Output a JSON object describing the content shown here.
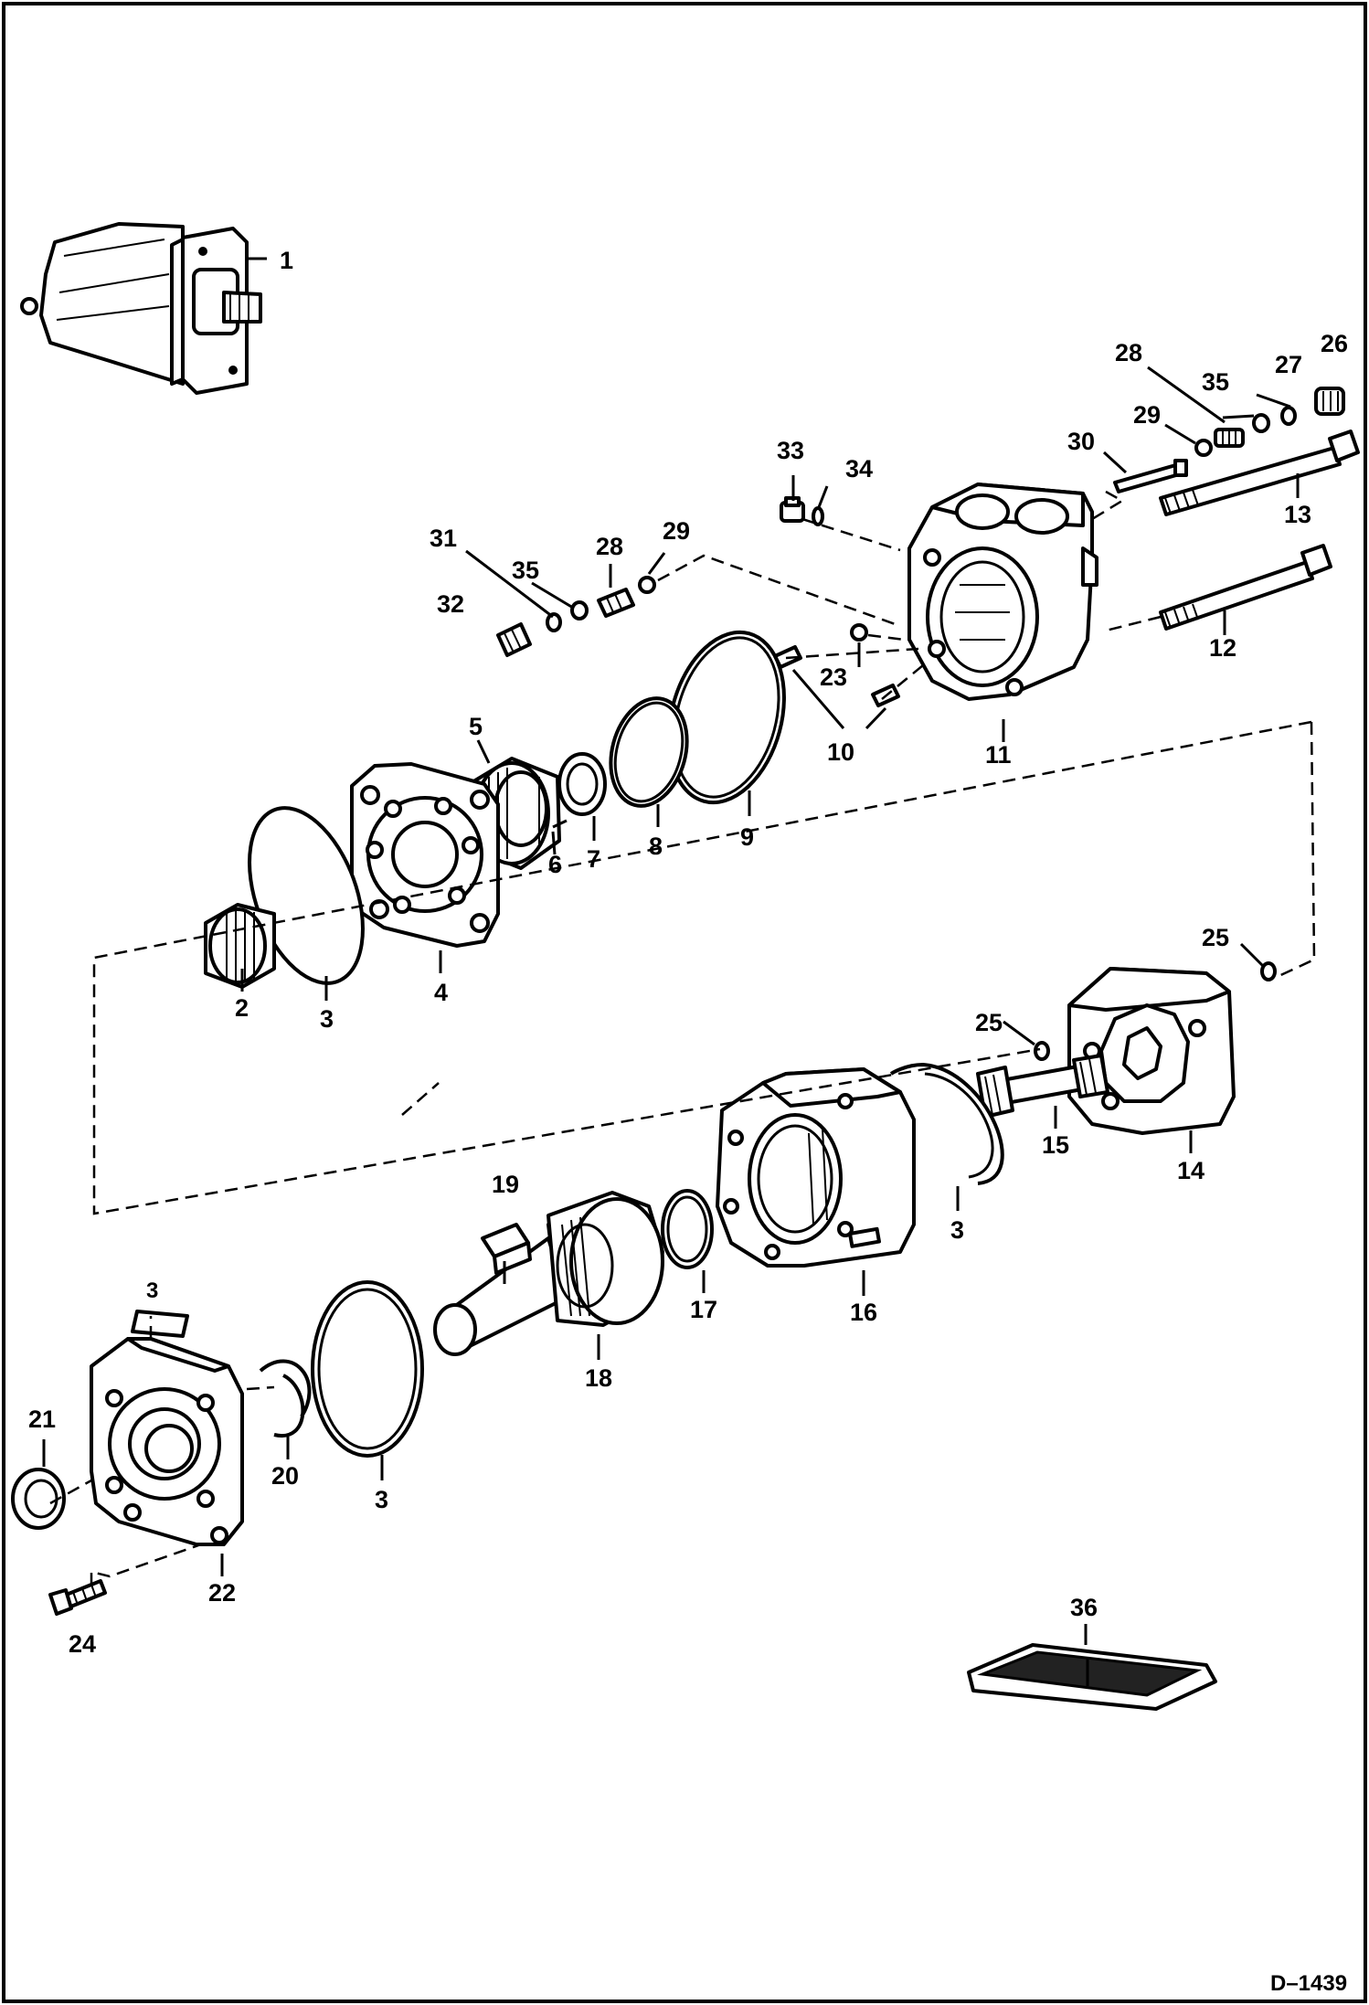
{
  "drawing_code": "D–1439",
  "callouts": {
    "c1": "1",
    "c2": "2",
    "c3a": "3",
    "c3b": "3",
    "c3c": "3",
    "c4": "4",
    "c5": "5",
    "c6": "6",
    "c7": "7",
    "c8": "8",
    "c9": "9",
    "c10": "10",
    "c11": "11",
    "c12": "12",
    "c13": "13",
    "c14": "14",
    "c15": "15",
    "c16": "16",
    "c17": "17",
    "c18": "18",
    "c19": "19",
    "c20": "20",
    "c21": "21",
    "c22": "22",
    "c23": "23",
    "c24": "24",
    "c25a": "25",
    "c25b": "25",
    "c26": "26",
    "c27": "27",
    "c28a": "28",
    "c28b": "28",
    "c29a": "29",
    "c29b": "29",
    "c30": "30",
    "c31": "31",
    "c32": "32",
    "c33": "33",
    "c34": "34",
    "c35a": "35",
    "c35b": "35",
    "c36": "36"
  },
  "plate_mark": "3"
}
